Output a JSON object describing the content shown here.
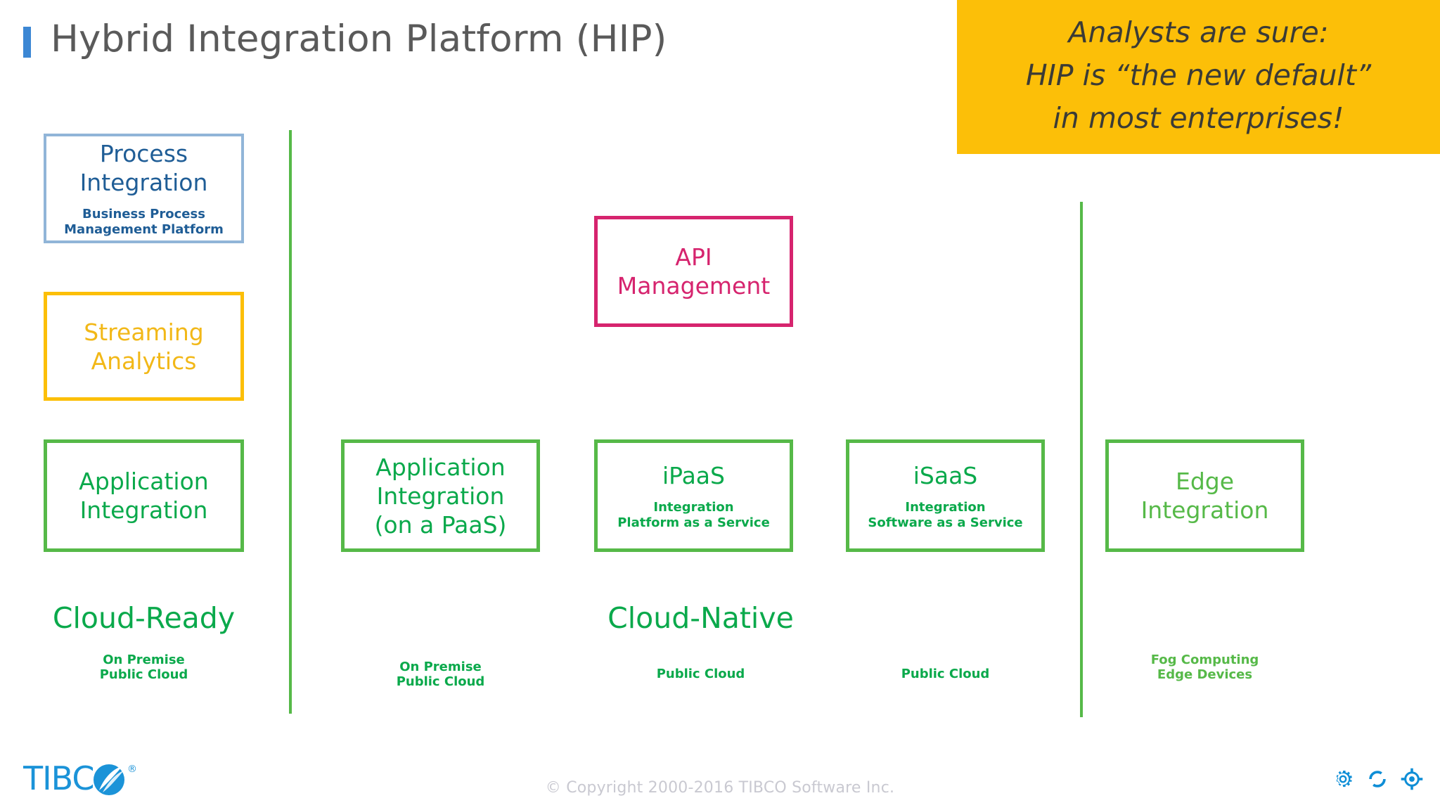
{
  "slide": {
    "title": "Hybrid Integration Platform (HIP)",
    "accent_color": "#3c87d4",
    "background": "#ffffff"
  },
  "callout": {
    "background": "#fcbf08",
    "text_color": "#3b3b36",
    "lines": [
      "Analysts are sure:",
      "HIP is “the new default”",
      "in most enterprises!"
    ]
  },
  "colors": {
    "green_border": "#56b948",
    "green_text": "#0aa94b",
    "green_muted": "#56b948",
    "blue_border": "#91b5d8",
    "blue_text": "#1f5d96",
    "gold": "#fcbf08",
    "gold_text": "#f2b818",
    "magenta": "#d6246e",
    "title_grey": "#5a5a5a",
    "copyright_grey": "#c9c9d1",
    "tibco_blue": "#1b93d8"
  },
  "nodes": [
    {
      "id": "process-integration",
      "title": "Process\nIntegration",
      "subtitle": "Business Process\nManagement Platform",
      "style": "blue"
    },
    {
      "id": "streaming-analytics",
      "title": "Streaming\nAnalytics",
      "subtitle": "",
      "style": "gold"
    },
    {
      "id": "application-integration",
      "title": "Application\nIntegration",
      "subtitle": "",
      "style": "green"
    },
    {
      "id": "application-integration-paas",
      "title": "Application\nIntegration\n(on a PaaS)",
      "subtitle": "",
      "style": "green"
    },
    {
      "id": "api-management",
      "title": "API\nManagement",
      "subtitle": "",
      "style": "magenta"
    },
    {
      "id": "ipaas",
      "title": "iPaaS",
      "subtitle": "Integration\nPlatform as a Service",
      "style": "green"
    },
    {
      "id": "isaas",
      "title": "iSaaS",
      "subtitle": "Integration\nSoftware as a Service",
      "style": "green"
    },
    {
      "id": "edge-integration",
      "title": "Edge\nIntegration",
      "subtitle": "",
      "style": "green-muted"
    }
  ],
  "bands": [
    {
      "id": "cloud-ready",
      "label": "Cloud-Ready"
    },
    {
      "id": "cloud-native",
      "label": "Cloud-Native"
    }
  ],
  "captions": [
    {
      "id": "caption-cloud-ready",
      "text": "On Premise\nPublic Cloud"
    },
    {
      "id": "caption-app-int-paas",
      "text": "On Premise\nPublic Cloud"
    },
    {
      "id": "caption-ipaas",
      "text": "Public Cloud"
    },
    {
      "id": "caption-isaas",
      "text": "Public Cloud"
    },
    {
      "id": "caption-edge",
      "text": "Fog Computing\nEdge Devices"
    }
  ],
  "footer": {
    "logo_text": "TIBC",
    "logo_mark": "registered-trademark",
    "copyright": "© Copyright 2000-2016 TIBCO Software Inc.",
    "icons": [
      "gear-icon",
      "refresh-icon",
      "target-icon"
    ]
  }
}
